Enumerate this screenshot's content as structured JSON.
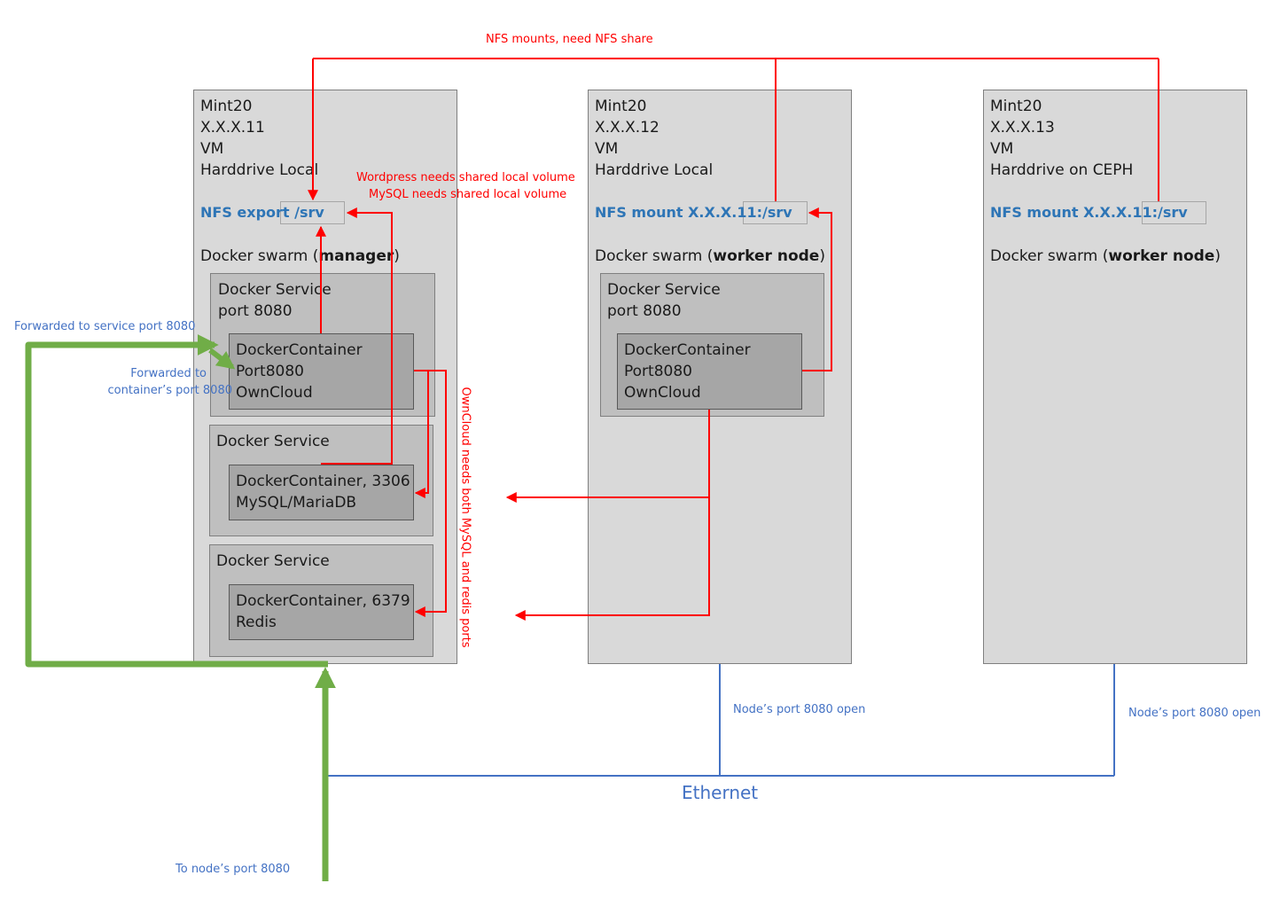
{
  "nodes": [
    {
      "os": "Mint20",
      "ip": "X.X.X.11",
      "type": "VM",
      "disk": "Harddrive Local",
      "nfs_prefix": "NFS export ",
      "nfs_path": "/srv",
      "swarm_prefix": "Docker swarm (",
      "swarm_role": "manager",
      "swarm_suffix": ")"
    },
    {
      "os": "Mint20",
      "ip": "X.X.X.12",
      "type": "VM",
      "disk": "Harddrive Local",
      "nfs_prefix": "NFS mount X.X.X.11",
      "nfs_path": ":/srv",
      "swarm_prefix": "Docker swarm (",
      "swarm_role": "worker node",
      "swarm_suffix": ")"
    },
    {
      "os": "Mint20",
      "ip": "X.X.X.13",
      "type": "VM",
      "disk": "Harddrive on CEPH",
      "nfs_prefix": "NFS mount X.X.X.11:",
      "nfs_path": "/srv",
      "swarm_prefix": "Docker swarm (",
      "swarm_role": "worker node",
      "swarm_suffix": ")"
    }
  ],
  "manager_services": {
    "owncloud": {
      "title": "Docker Service",
      "port": "port 8080",
      "container_line1": "DockerContainer",
      "container_line2": "Port8080",
      "container_line3": "OwnCloud"
    },
    "mysql": {
      "title": "Docker Service",
      "container_line1": "DockerContainer, 3306",
      "container_line2": "MySQL/MariaDB"
    },
    "redis": {
      "title": "Docker Service",
      "container_line1": "DockerContainer, 6379",
      "container_line2": "Redis"
    }
  },
  "worker_service": {
    "title": "Docker Service",
    "port": "port 8080",
    "container_line1": "DockerContainer",
    "container_line2": "Port8080",
    "container_line3": "OwnCloud"
  },
  "labels": {
    "nfs_mounts": "NFS mounts, need NFS share",
    "wordpress_volume": "Wordpress needs shared local volume",
    "mysql_volume": "MySQL needs shared local volume",
    "owncloud_needs": "OwnCloud needs both MySQL and redis ports",
    "forwarded_service": "Forwarded to service port 8080",
    "forwarded_container_1": "Forwarded to",
    "forwarded_container_2": "container’s port 8080",
    "node_port_open_12": "Node’s port 8080 open",
    "node_port_open_13": "Node’s port 8080 open",
    "ethernet": "Ethernet",
    "to_node_port": "To node’s port 8080"
  },
  "colors": {
    "red": "#ff0000",
    "green": "#70ad47",
    "blue": "#4472c4",
    "node_fill": "#d9d9d9",
    "service_fill": "#bfbfbf",
    "container_fill": "#a6a6a6"
  }
}
